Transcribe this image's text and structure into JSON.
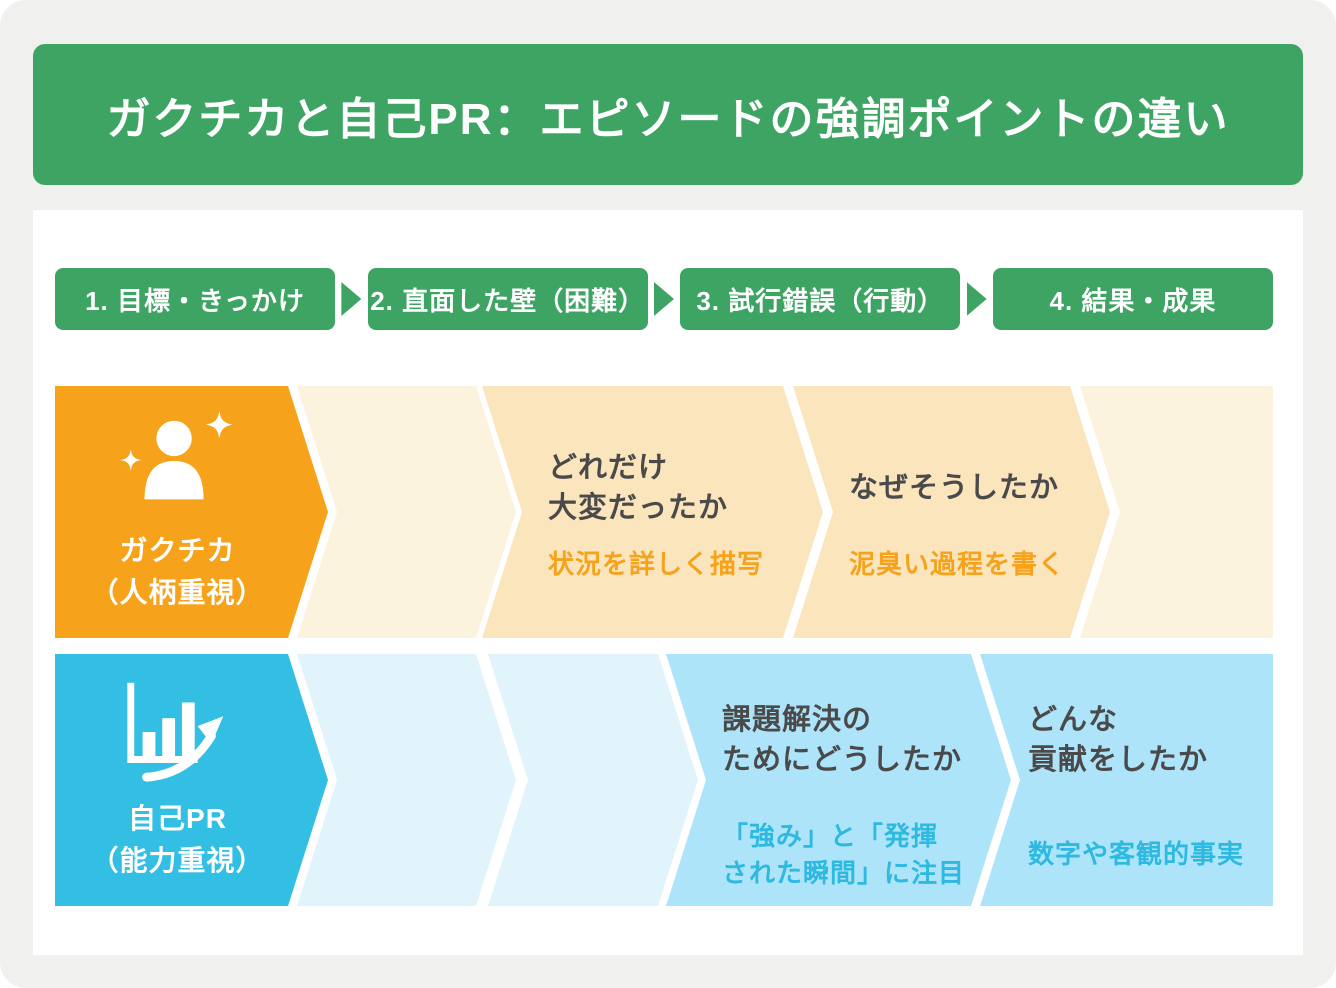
{
  "title": "ガクチカと自己PR：エピソードの強調ポイントの違い",
  "steps": [
    "1. 目標・きっかけ",
    "2. 直面した壁（困難）",
    "3. 試行錯誤（行動）",
    "4. 結果・成果"
  ],
  "gakuchika": {
    "label": [
      "ガクチカ",
      "（人柄重視）"
    ],
    "icon": "person-sparkle-icon",
    "cells": [
      {
        "heading": [
          "どれだけ",
          "大変だったか"
        ],
        "note": [
          "状況を詳しく描写"
        ]
      },
      {
        "heading": [
          "なぜそうしたか"
        ],
        "note": [
          "泥臭い過程を書く"
        ]
      }
    ]
  },
  "jiko_pr": {
    "label": [
      "自己PR",
      "（能力重視）"
    ],
    "icon": "bar-chart-growth-icon",
    "cells": [
      {
        "heading": [
          "課題解決の",
          "ためにどうしたか"
        ],
        "note": [
          "「強み」と「発揮",
          "された瞬間」に注目"
        ]
      },
      {
        "heading": [
          "どんな",
          "貢献をしたか"
        ],
        "note": [
          "数字や客観的事実"
        ]
      }
    ]
  },
  "colors": {
    "green": "#3EA463",
    "orange": "#F6A21A",
    "orange_pale": "#FCF3DE",
    "orange_mid": "#FAE5BD",
    "blue": "#33BEE3",
    "blue_pale": "#E2F4FB",
    "blue_mid": "#AEE4F9",
    "blue_note": "#2EB9E0",
    "heading_text": "#4A4A4A",
    "background": "#F0F0EF"
  }
}
